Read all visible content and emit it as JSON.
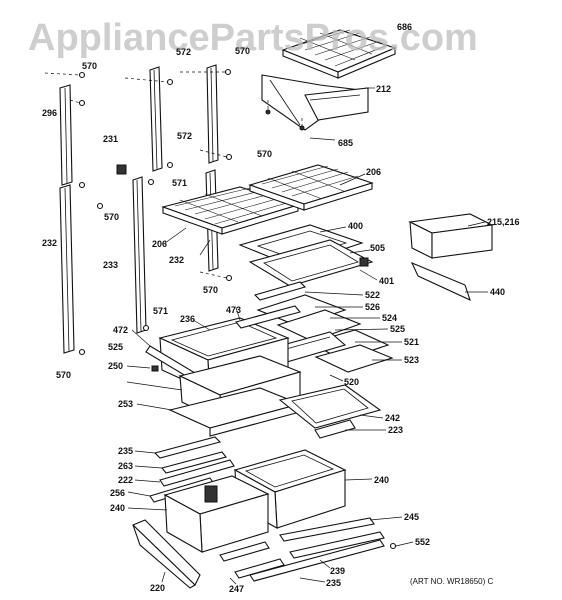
{
  "watermark": "AppliancePartsPros.com",
  "art_number": "(ART NO. WR18650) C",
  "labels": [
    {
      "id": "686",
      "text": "686"
    },
    {
      "id": "212",
      "text": "212"
    },
    {
      "id": "685",
      "text": "685"
    },
    {
      "id": "206a",
      "text": "206"
    },
    {
      "id": "206b",
      "text": "206"
    },
    {
      "id": "570a",
      "text": "570"
    },
    {
      "id": "570b",
      "text": "570"
    },
    {
      "id": "570c",
      "text": "570"
    },
    {
      "id": "570d",
      "text": "570"
    },
    {
      "id": "570e",
      "text": "570"
    },
    {
      "id": "570f",
      "text": "570"
    },
    {
      "id": "572a",
      "text": "572"
    },
    {
      "id": "572b",
      "text": "572"
    },
    {
      "id": "296",
      "text": "296"
    },
    {
      "id": "231",
      "text": "231"
    },
    {
      "id": "571a",
      "text": "571"
    },
    {
      "id": "571b",
      "text": "571"
    },
    {
      "id": "232a",
      "text": "232"
    },
    {
      "id": "232b",
      "text": "232"
    },
    {
      "id": "233",
      "text": "233"
    },
    {
      "id": "400",
      "text": "400"
    },
    {
      "id": "505",
      "text": "505"
    },
    {
      "id": "401",
      "text": "401"
    },
    {
      "id": "522",
      "text": "522"
    },
    {
      "id": "526",
      "text": "526"
    },
    {
      "id": "524",
      "text": "524"
    },
    {
      "id": "525a",
      "text": "525"
    },
    {
      "id": "525b",
      "text": "525"
    },
    {
      "id": "521",
      "text": "521"
    },
    {
      "id": "523",
      "text": "523"
    },
    {
      "id": "520",
      "text": "520"
    },
    {
      "id": "215",
      "text": "215,216"
    },
    {
      "id": "440",
      "text": "440"
    },
    {
      "id": "473",
      "text": "473"
    },
    {
      "id": "236",
      "text": "236"
    },
    {
      "id": "472",
      "text": "472"
    },
    {
      "id": "250",
      "text": "250"
    },
    {
      "id": "253",
      "text": "253"
    },
    {
      "id": "242",
      "text": "242"
    },
    {
      "id": "223",
      "text": "223"
    },
    {
      "id": "235a",
      "text": "235"
    },
    {
      "id": "235b",
      "text": "235"
    },
    {
      "id": "263",
      "text": "263"
    },
    {
      "id": "222",
      "text": "222"
    },
    {
      "id": "256",
      "text": "256"
    },
    {
      "id": "240a",
      "text": "240"
    },
    {
      "id": "240b",
      "text": "240"
    },
    {
      "id": "245",
      "text": "245"
    },
    {
      "id": "552",
      "text": "552"
    },
    {
      "id": "239",
      "text": "239"
    },
    {
      "id": "247",
      "text": "247"
    },
    {
      "id": "220",
      "text": "220"
    }
  ]
}
